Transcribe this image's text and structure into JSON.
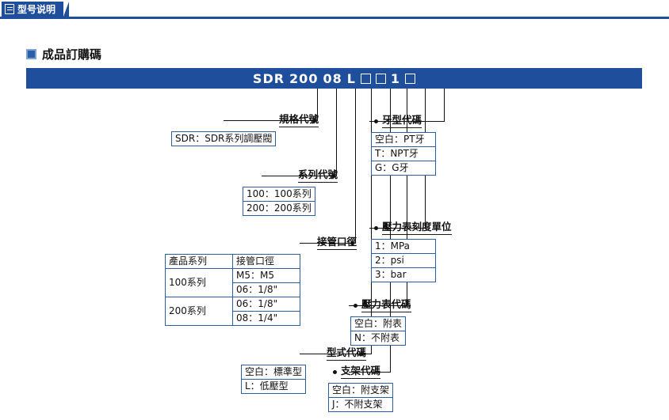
{
  "header": {
    "tab_label": "型号说明",
    "icon": "document-icon"
  },
  "section": {
    "title": "成品訂購碼"
  },
  "order_code": {
    "segments": [
      "SDR",
      "200",
      "08",
      "L"
    ],
    "box": "",
    "digit": "1"
  },
  "groups": {
    "spec": {
      "title": "規格代號",
      "rows": [
        [
          "SDR：SDR系列調壓閥"
        ]
      ]
    },
    "series": {
      "title": "系列代號",
      "rows": [
        [
          "100：100系列"
        ],
        [
          "200：200系列"
        ]
      ]
    },
    "port": {
      "title": "接管口徑",
      "head": [
        "產品系列",
        "接管口徑"
      ],
      "rows": [
        [
          "100系列",
          "M5：M5"
        ],
        [
          "",
          "06：1/8\""
        ],
        [
          "200系列",
          "06：1/8\""
        ],
        [
          "",
          "08：1/4\""
        ]
      ]
    },
    "type": {
      "title": "型式代碼",
      "rows": [
        [
          "空白：標準型"
        ],
        [
          "L：低壓型"
        ]
      ]
    },
    "bracket": {
      "title": "支架代碼",
      "rows": [
        [
          "空白：附支架"
        ],
        [
          "J：不附支架"
        ]
      ]
    },
    "gauge": {
      "title": "壓力表代碼",
      "rows": [
        [
          "空白：附表"
        ],
        [
          "N：不附表"
        ]
      ]
    },
    "unit": {
      "title": "壓力表刻度單位",
      "rows": [
        [
          "1：MPa"
        ],
        [
          "2：psi"
        ],
        [
          "3：bar"
        ]
      ]
    },
    "thread": {
      "title": "牙型代碼",
      "rows": [
        [
          "空白：PT牙"
        ],
        [
          "T：NPT牙"
        ],
        [
          "G：G牙"
        ]
      ]
    }
  }
}
